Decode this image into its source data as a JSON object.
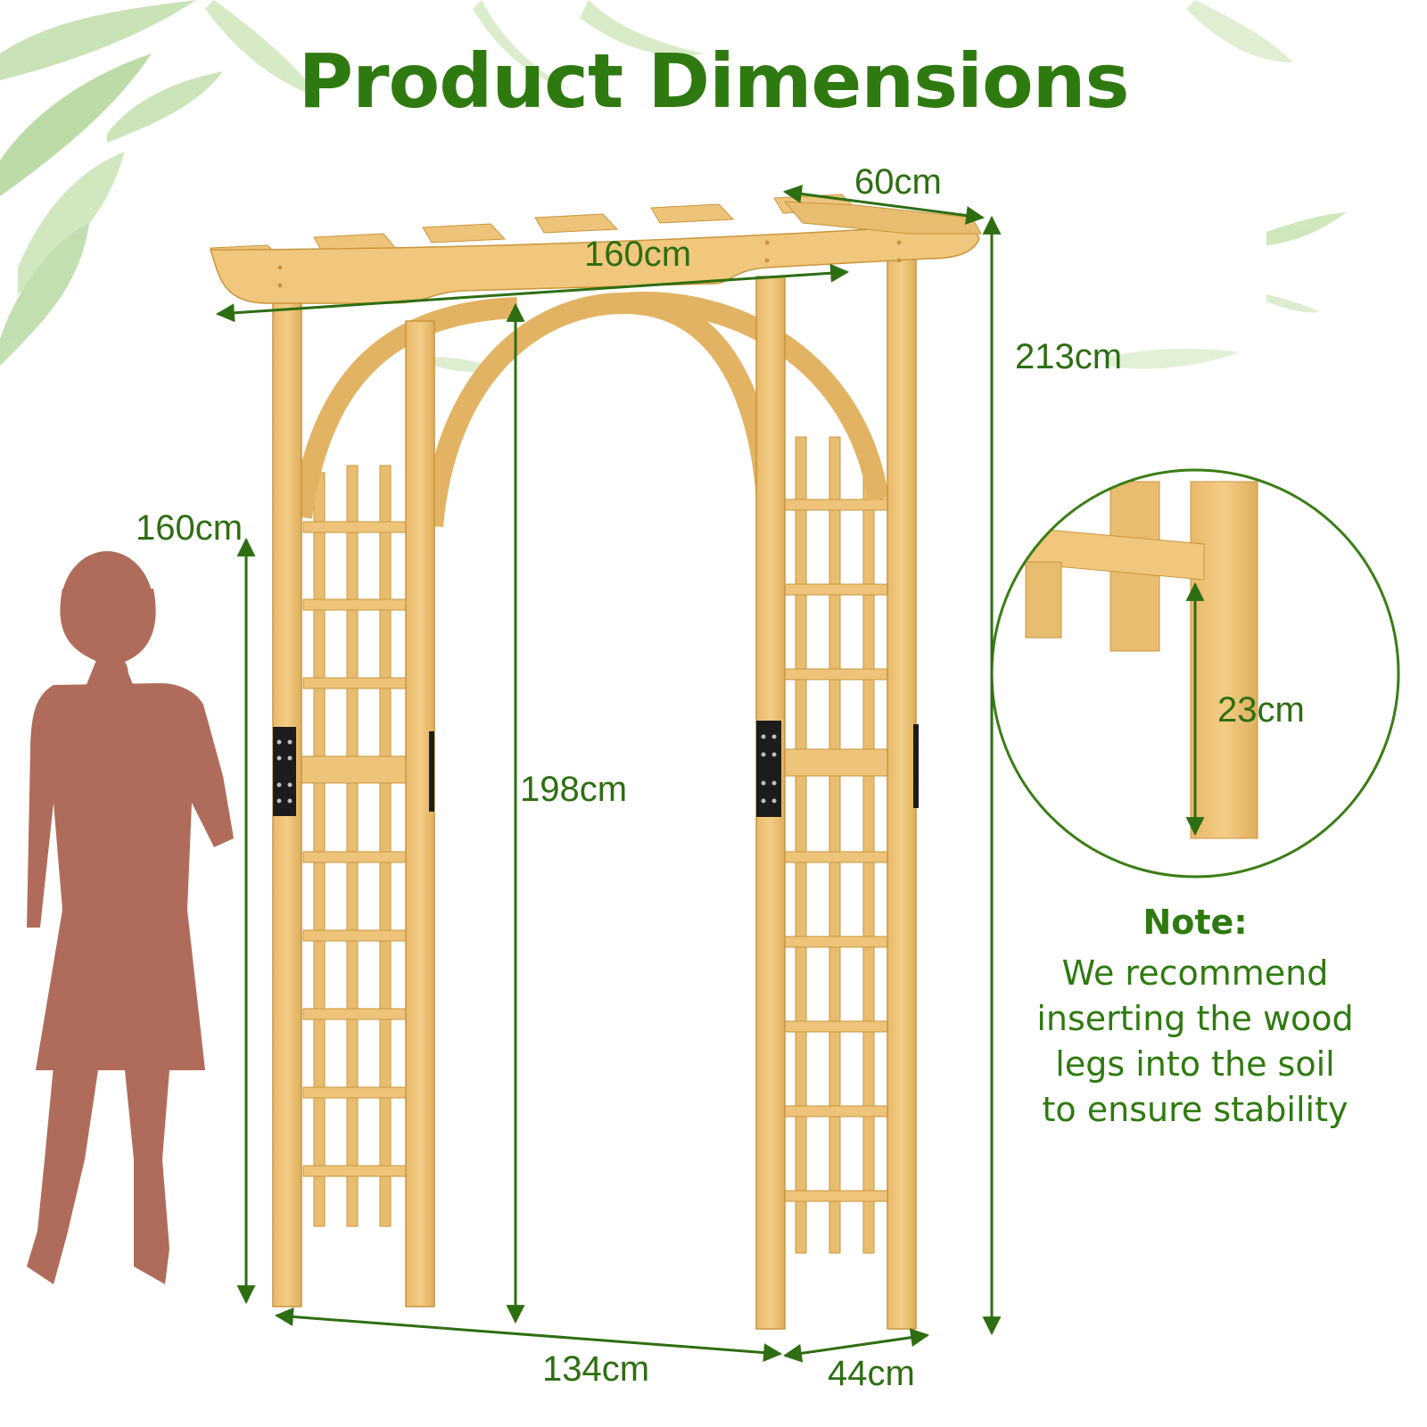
{
  "title": "Product Dimensions",
  "dimensions": {
    "depth_top": "60cm",
    "width_top": "160cm",
    "total_height": "213cm",
    "person_height": "160cm",
    "inner_height": "198cm",
    "leg_depth": "23cm",
    "base_width": "134cm",
    "base_depth": "44cm"
  },
  "note": {
    "title": "Note:",
    "lines": [
      "We recommend",
      "inserting the wood",
      "legs into the soil",
      "to ensure stability"
    ]
  },
  "colors": {
    "accent": "#2f7a10",
    "wood": "#ebbf72",
    "wood_dark": "#c9963e",
    "person": "#b06c5a",
    "leaf": "#a9cf8c",
    "bracket": "#1c1c1c"
  }
}
